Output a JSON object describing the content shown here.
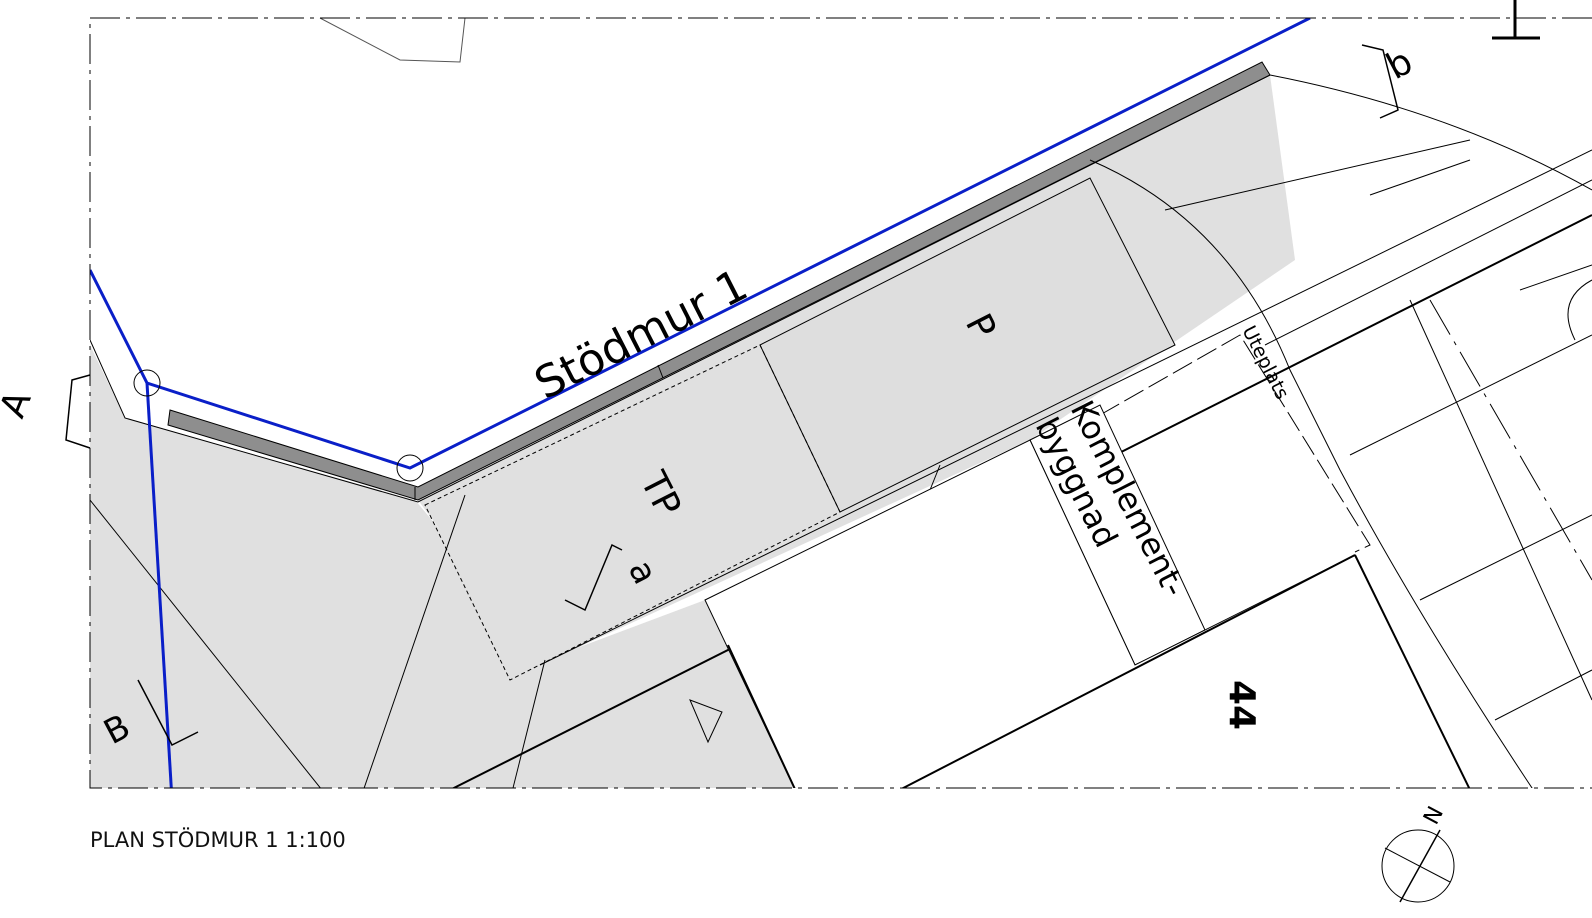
{
  "plan": {
    "title_label": "Stödmur 1",
    "caption": "PLAN STÖDMUR 1 1:100",
    "zone_p": "P",
    "zone_tp": "TP",
    "label_uteplats": "Uteplats",
    "label_komplement_1": "Komplement-",
    "label_komplement_2": "byggnad",
    "house_number": "44",
    "section_a": "A",
    "section_b": "B",
    "section_a_small": "a",
    "section_b_small": "b",
    "north": "N"
  },
  "colors": {
    "property_line": "#0a1fc8",
    "zone_fill": "#e0e0e0",
    "wall_fill": "#8e8e8e",
    "line": "#000000"
  }
}
